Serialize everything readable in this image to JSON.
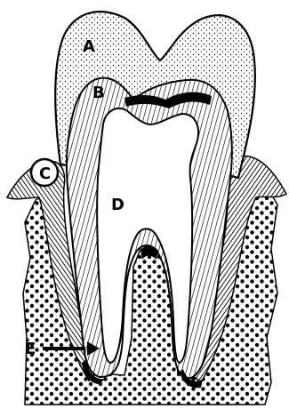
{
  "diagram": {
    "labels": {
      "a": "A",
      "b": "B",
      "c": "C",
      "d": "D",
      "e": "E"
    }
  },
  "colors": {
    "ink": "#000000",
    "paper": "#ffffff"
  }
}
